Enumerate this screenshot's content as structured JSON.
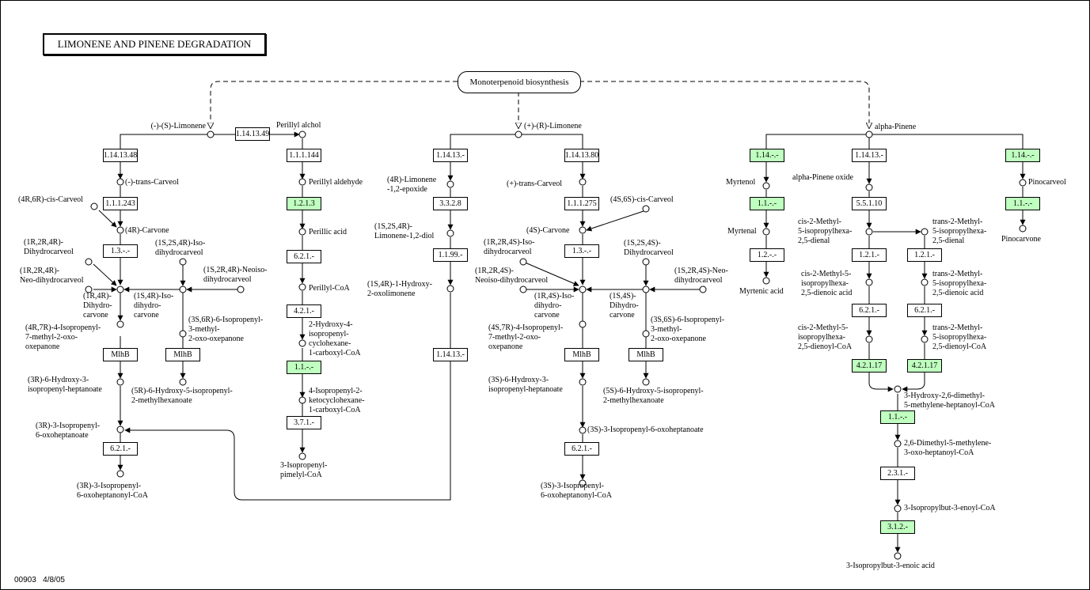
{
  "title": "LIMONENE AND PINENE DEGRADATION",
  "linked_pathway": "Monoterpenoid biosynthesis",
  "footer": {
    "map_id": "00903",
    "date": "4/8/05"
  },
  "enzymes": {
    "e1": "1.14.13.48",
    "e2": "1.14.13.49",
    "e3": "1.1.1.144",
    "e4": "1.1.1.243",
    "e5": "1.2.1.3",
    "e6": "1.3.-.-",
    "e7": "6.2.1.-",
    "e8": "4.2.1.-",
    "e9": "MlhB",
    "e10": "MlhB",
    "e11": "1.1.-.-",
    "e12": "3.7.1.-",
    "e13": "6.2.1.-",
    "e14": "1.14.13.-",
    "e15": "3.3.2.8",
    "e16": "1.1.99.-",
    "e17": "1.14.13.-",
    "e18": "1.14.13.80",
    "e19": "1.1.1.275",
    "e20": "1.3.-.-",
    "e21": "MlhB",
    "e22": "MlhB",
    "e23": "6.2.1.-",
    "e24": "1.14.-.-",
    "e25": "1.1.-.-",
    "e26": "1.2.-.-",
    "e27": "1.14.13.-",
    "e28": "5.5.1.10",
    "e29": "1.2.1.-",
    "e30": "1.2.1.-",
    "e31": "6.2.1.-",
    "e32": "6.2.1.-",
    "e33": "4.2.1.17",
    "e34": "4.2.1.17",
    "e35": "1.1.-.-",
    "e36": "2.3.1.-",
    "e37": "3.1.2.-",
    "e38": "1.14.-.-",
    "e39": "1.1.-.-"
  },
  "compounds": {
    "c1": "(-)-(S)-Limonene",
    "c2": "Perillyl alchol",
    "c3": "(-)-trans-Carveol",
    "c4": "(4R,6R)-cis-Carveol",
    "c5": "(4R)-Carvone",
    "c6": "Perillyl aldehyde",
    "c7": "Perillic acid",
    "c8": "(1R,2R,4R)-\nDihydrocarveol",
    "c9": "(1S,2S,4R)-Iso-\ndihydrocarveol",
    "c10": "(1R,2R,4R)-\nNeo-dihydrocarveol",
    "c11": "(1S,2R,4R)-Neoiso-\ndihydrocarveol",
    "c12": "(1R,4R)-\nDihydro-\ncarvone",
    "c13": "(1S,4R)-Iso-\ndihydro-\ncarvone",
    "c14": "Perillyl-CoA",
    "c15": "(4R,7R)-4-Isopropenyl-\n7-methyl-2-oxo-\noxepanone",
    "c16": "(3S,6R)-6-Isopropenyl-\n3-methyl-\n2-oxo-oxepanone",
    "c17": "2-Hydroxy-4-\nisopropenyl-\ncyclohexane-\n1-carboxyl-CoA",
    "c18": "(3R)-6-Hydroxy-3-\nisopropenyl-heptanoate",
    "c19": "(5R)-6-Hydroxy-5-isopropenyl-\n2-methylhexanoate",
    "c20": "4-Isopropenyl-2-\nketocyclohexane-\n1-carboxyl-CoA",
    "c21": "(3R)-3-Isopropenyl-\n6-oxoheptanoate",
    "c22": "3-Isopropenyl-\npimelyl-CoA",
    "c23": "(3R)-3-Isopropenyl-\n6-oxoheptanonyl-CoA",
    "c24": "(+)-(R)-Limonene",
    "c25": "(4R)-Limonene\n-1,2-epoxide",
    "c26": "(1S,2S,4R)-\nLimonene-1,2-diol",
    "c27": "(1S,4R)-1-Hydroxy-\n2-oxolimonene",
    "c28": "(+)-trans-Carveol",
    "c29": "(4S,6S)-cis-Carveol",
    "c30": "(4S)-Carvone",
    "c31": "(1R,2R,4S)-Iso-\ndihydrocarveol",
    "c32": "(1S,2S,4S)-\nDihydrocarveol",
    "c33": "(1R,2R,4S)-\nNeoiso-dihydrocarveol",
    "c34": "(1S,2R,4S)-Neo-\ndihydrocarveol",
    "c35": "(1R,4S)-Iso-\ndihydro-\ncarvone",
    "c36": "(1S,4S)-\nDihydro-\ncarvone",
    "c37": "(4S,7R)-4-Isopropenyl-\n7-methyl-2-oxo-\noxepanone",
    "c38": "(3S,6S)-6-Isopropenyl-\n3-methyl-\n2-oxo-oxepanone",
    "c39": "(3S)-6-Hydroxy-3-\nisopropenyl-heptanoate",
    "c40": "(5S)-6-Hydroxy-5-isopropenyl-\n2-methylhexanoate",
    "c41": "(3S)-3-Isopropenyl-6-oxoheptanoate",
    "c42": "(3S)-3-Isopropenyl-\n6-oxoheptanonyl-CoA",
    "c43": "alpha-Pinene",
    "c44": "Myrtenol",
    "c45": "alpha-Pinene oxide",
    "c46": "Pinocarveol",
    "c47": "Myrtenal",
    "c48": "Pinocarvone",
    "c49": "cis-2-Methyl-\n5-isopropylhexa-\n2,5-dienal",
    "c50": "trans-2-Methyl-\n5-isopropylhexa-\n2,5-dienal",
    "c51": "Myrtenic acid",
    "c52": "cis-2-Methyl-5-\nisopropylhexa-\n2,5-dienoic acid",
    "c53": "trans-2-Methyl-\n5-isopropylhexa-\n2,5-dienoic acid",
    "c54": "cis-2-Methyl-5-\nisopropylhexa-\n2,5-dienoyl-CoA",
    "c55": "trans-2-Methyl-\n5-isopropylhexa-\n2,5-dienoyl-CoA",
    "c56": "3-Hydroxy-2,6-dimethyl-\n5-methylene-heptanoyl-CoA",
    "c57": "2,6-Dimethyl-5-methylene-\n3-oxo-heptanoyl-CoA",
    "c58": "3-Isopropylbut-3-enoyl-CoA",
    "c59": "3-Isopropylbut-3-enoic acid"
  },
  "colors": {
    "highlight_enzyme": "#bfffbf",
    "line": "#000000",
    "background": "#ffffff"
  }
}
